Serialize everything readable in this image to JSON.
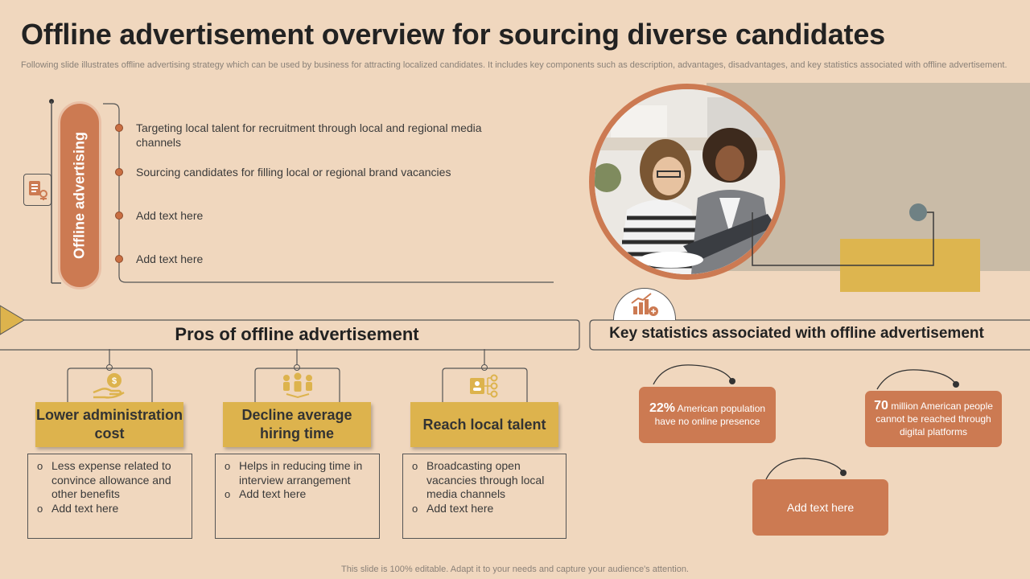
{
  "title": "Offline advertisement overview for sourcing diverse candidates",
  "subtitle": "Following slide illustrates offline advertising strategy which can be used by business for attracting localized candidates. It includes key components such as description, advantages, disadvantages, and key statistics associated with offline advertisement.",
  "offline": {
    "label": "Offline advertising",
    "items": [
      "Targeting local talent for recruitment through local and regional media channels",
      "Sourcing candidates for filling local or regional brand vacancies",
      "Add text here",
      "Add text here"
    ]
  },
  "pros": {
    "heading": "Pros of offline advertisement",
    "cards": [
      {
        "title": "Lower administration cost",
        "icon": "money-hand-icon",
        "items": [
          "Less expense related to convince allowance and other benefits",
          "Add text here"
        ]
      },
      {
        "title": "Decline average hiring time",
        "icon": "people-network-icon",
        "items": [
          "Helps in reducing time in interview arrangement",
          "Add text here"
        ]
      },
      {
        "title": "Reach local talent",
        "icon": "profile-checklist-icon",
        "items": [
          "Broadcasting open vacancies through local media channels",
          "Add text here"
        ]
      }
    ]
  },
  "stats": {
    "heading": "Key statistics associated with offline advertisement",
    "boxes": [
      {
        "number": "22%",
        "text": "American population have no online presence"
      },
      {
        "number": "70",
        "text": "million American people cannot be reached through digital platforms"
      },
      {
        "number": "",
        "text": "Add text here"
      }
    ]
  },
  "footer": "This slide is 100% editable. Adapt it to your needs and capture your audience's attention.",
  "colors": {
    "background": "#f0d7be",
    "accent_orange": "#cc7a52",
    "accent_gold": "#ddb34d",
    "taupe": "#c9bba7"
  }
}
